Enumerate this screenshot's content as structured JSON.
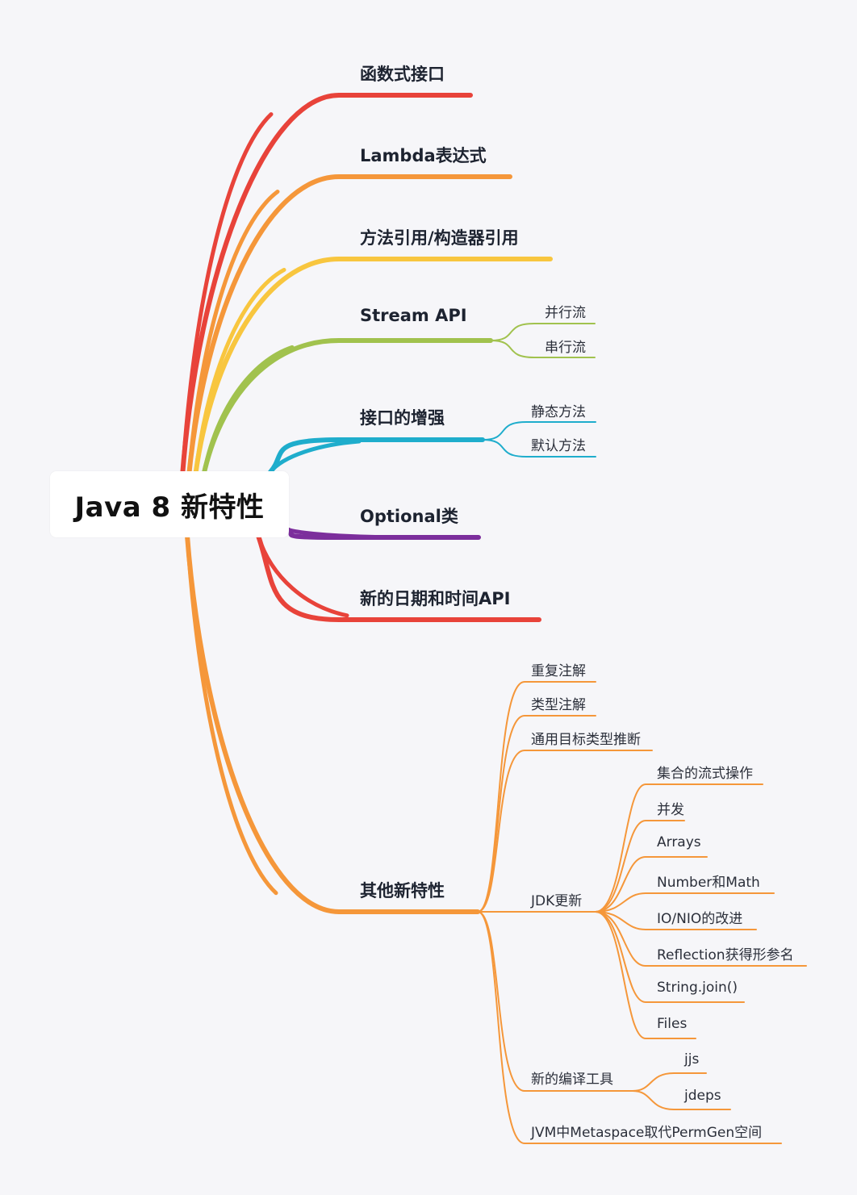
{
  "root": {
    "title": "Java 8 新特性"
  },
  "branches": [
    {
      "id": "functional",
      "label": "函数式接口",
      "color": "#e8433a"
    },
    {
      "id": "lambda",
      "label": "Lambda表达式",
      "color": "#f5973a"
    },
    {
      "id": "methodref",
      "label": "方法引用/构造器引用",
      "color": "#f8c63f"
    },
    {
      "id": "stream",
      "label": "Stream API",
      "color": "#a1c24e",
      "children": [
        "并行流",
        "串行流"
      ]
    },
    {
      "id": "interface",
      "label": "接口的增强",
      "color": "#1fadcc",
      "children": [
        "静态方法",
        "默认方法"
      ]
    },
    {
      "id": "optional",
      "label": "Optional类",
      "color": "#7c2e9c"
    },
    {
      "id": "datetime",
      "label": "新的日期和时间API",
      "color": "#e8433a"
    },
    {
      "id": "others",
      "label": "其他新特性",
      "color": "#f5973a",
      "children": [
        {
          "label": "重复注解"
        },
        {
          "label": "类型注解"
        },
        {
          "label": "通用目标类型推断"
        },
        {
          "label": "JDK更新",
          "children": [
            "集合的流式操作",
            "并发",
            "Arrays",
            "Number和Math",
            "IO/NIO的改进",
            "Reflection获得形参名",
            "String.join()",
            "Files"
          ]
        },
        {
          "label": "新的编译工具",
          "children": [
            "jjs",
            "jdeps"
          ]
        },
        {
          "label": "JVM中Metaspace取代PermGen空间"
        }
      ]
    }
  ]
}
